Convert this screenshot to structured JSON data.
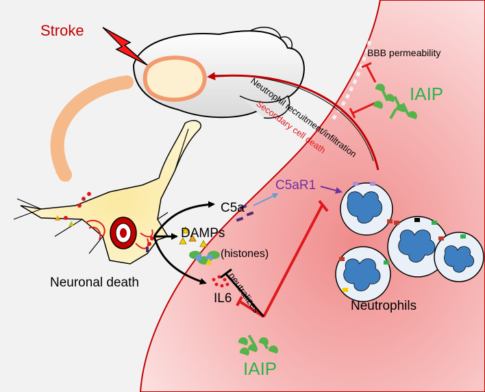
{
  "labels": {
    "stroke": "Stroke",
    "bbb_permeability": "BBB permeability",
    "iaip_top": "IAIP",
    "neutrophil_recruitment": "Neutrophil recruitment/infiltration",
    "secondary_cell_death": "Secondary cell death",
    "c5ar1": "C5aR1",
    "c5a": "C5a",
    "damps": "DAMPs",
    "histones": "(histones)",
    "neutralizes": "neutralizes",
    "il6": "IL6",
    "neuronal_death": "Neuronal death",
    "neutrophils": "Neutrophils",
    "iaip_bottom": "IAIP"
  },
  "colors": {
    "stroke_text": "#c00000",
    "iaip_text": "#2db24a",
    "inhibitor_red": "#e0191e",
    "c5ar1_purple": "#7030a0",
    "vessel_fill": "#f7c6c6",
    "background_gray": "#f2f2f2"
  }
}
